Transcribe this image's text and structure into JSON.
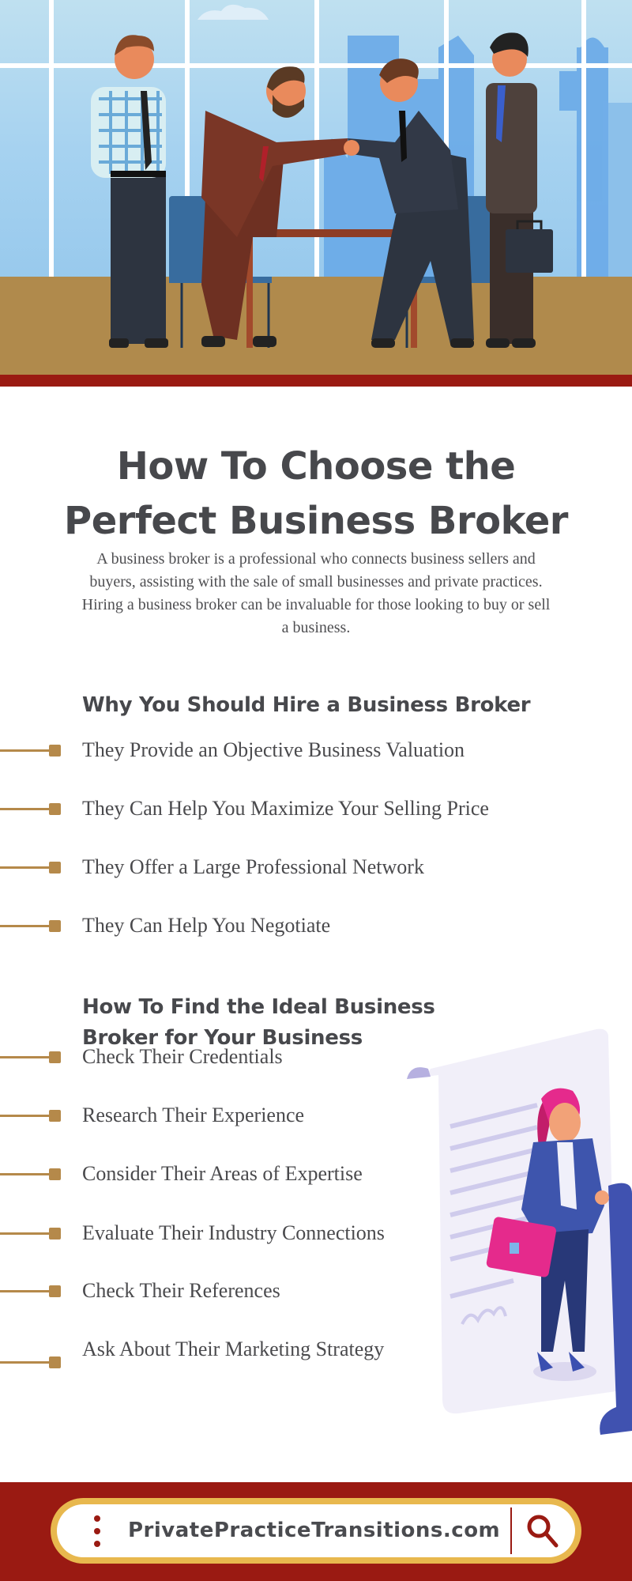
{
  "hero": {
    "illustration": "business-handshake-office-illustration",
    "colors": {
      "sky": "#a6d2f0",
      "floor": "#b08a4c",
      "band": "#9a1a12"
    }
  },
  "title": {
    "line1": "How To Choose the",
    "line2": "Perfect Business Broker"
  },
  "intro": "A business broker is a professional who connects business sellers and buyers, assisting with the sale of small businesses and private practices. Hiring a business broker can be invaluable for those looking to buy or sell a business.",
  "sections": [
    {
      "heading": "Why You Should Hire a Business Broker",
      "items": [
        "They Provide an Objective Business Valuation",
        "They Can Help You Maximize Your Selling Price",
        "They Offer a Large Professional Network",
        "They Can Help You Negotiate"
      ]
    },
    {
      "heading_line1": "How To Find the Ideal Business",
      "heading_line2": "Broker for Your Business",
      "items": [
        "Check Their Credentials",
        "Research Their Experience",
        "Consider Their Areas of Expertise",
        "Evaluate Their Industry Connections",
        "Check Their References",
        "Ask About Their Marketing Strategy"
      ]
    }
  ],
  "footer": {
    "url": "PrivatePracticeTransitions.com",
    "icons": [
      "vertical-dots-icon",
      "search-icon"
    ],
    "colors": {
      "background": "#9a1a12",
      "pill_border": "#e8b84e",
      "accent": "#9a1a12"
    }
  },
  "colors": {
    "bullet": "#b5894a",
    "text": "#4a4a4d",
    "heading": "#47484c"
  }
}
